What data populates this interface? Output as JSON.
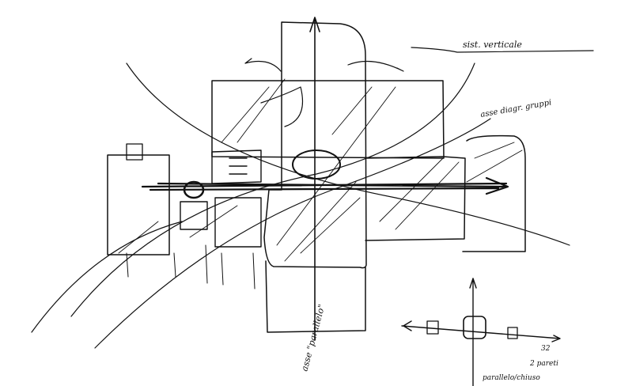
{
  "annotations": {
    "vertical_system": "sist. verticale",
    "diagonal_axis": "asse diagr. gruppi",
    "parallel_axis": "asse \"parallelo\"",
    "number": "32",
    "two_walls": "2 pareti",
    "parallel_closed": "parallelo/chiuso"
  },
  "ink_color": "#111111"
}
